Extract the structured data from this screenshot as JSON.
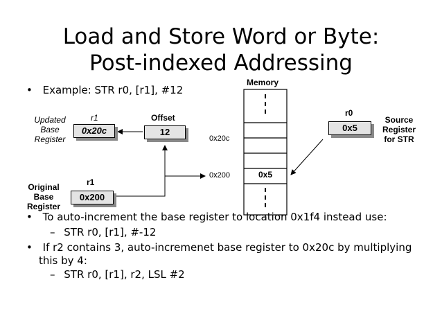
{
  "title": {
    "line1": "Load and Store Word or Byte:",
    "line2": "Post-indexed Addressing"
  },
  "bullets": {
    "example": "Example: STR r0, [r1], #12",
    "auto_increment": "To auto-increment the base register to location 0x1f4 instead use:",
    "auto_increment_sub": "STR r0, [r1], #-12",
    "r2_line1": "If r2 contains 3, auto-incremenet base register to 0x20c by multiplying",
    "r2_line2": "this by 4:",
    "r2_sub": "STR r0, [r1], r2, LSL #2",
    "bullet_char": "•",
    "dash_char": "–"
  },
  "diagram": {
    "memory_label": "Memory",
    "updated_base": {
      "line1": "Updated",
      "line2": "Base",
      "line3": "Register",
      "reg_name": "r1",
      "value": "0x20c"
    },
    "offset": {
      "label": "Offset",
      "value": "12"
    },
    "original_base": {
      "line1": "Original",
      "line2": "Base",
      "line3": "Register",
      "reg_name": "r1",
      "value": "0x200"
    },
    "source": {
      "reg_name": "r0",
      "value": "0x5",
      "line1": "Source",
      "line2": "Register",
      "line3": "for STR"
    },
    "addresses": {
      "addr_20c": "0x20c",
      "addr_200": "0x200"
    },
    "memory_cell_value": "0x5"
  }
}
